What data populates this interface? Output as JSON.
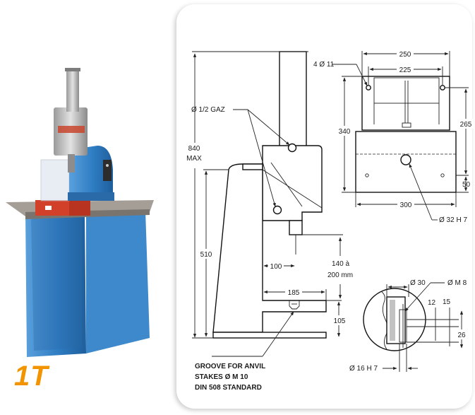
{
  "model": "1T",
  "notes": {
    "groove": [
      "GROOVE FOR ANVIL",
      "STAKES Ø M 10",
      "DIN 508 STANDARD"
    ],
    "gas_port": "Ø 1/2 GAZ",
    "holes": "4 Ø 11",
    "bore": "Ø 32 H 7",
    "stroke": [
      "140 à",
      "200 mm"
    ],
    "max_height": [
      "840",
      "MAX"
    ]
  },
  "dimensions": {
    "height_510": "510",
    "reach_100": "100",
    "table_185": "185",
    "base_105": "105",
    "width_250": "250",
    "width_225": "225",
    "height_340": "340",
    "height_265": "265",
    "offset_50": "50",
    "width_300": "300",
    "detail_d30": "Ø 30",
    "detail_m8": "Ø M 8",
    "detail_12": "12",
    "detail_15": "15",
    "detail_26": "26",
    "detail_d16": "Ø 16 H 7"
  },
  "colors": {
    "accent": "#f29400",
    "frame_blue": "#2f7fc4",
    "table_red": "#d2402a",
    "table_grey": "#a59e96"
  }
}
